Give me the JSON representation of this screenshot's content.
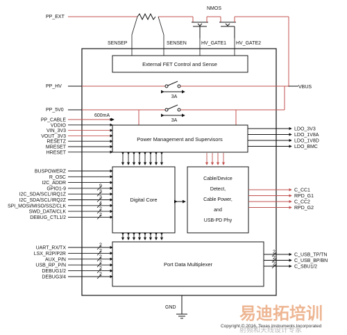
{
  "colors": {
    "wire": "#c0504d",
    "line": "#111111",
    "box_fill": "#ffffff"
  },
  "labels": {
    "pp_ext": "PP_EXT",
    "nmos": "NMOS",
    "sensep": "SENSEP",
    "sensen": "SENSEN",
    "hv_gate1": "HV_GATE1",
    "hv_gate2": "HV_GATE2",
    "pp_hv": "PP_HV",
    "vbus": "VBUS",
    "pp_5v0": "PP_5V0",
    "current_3a_1": "3A",
    "current_3a_2": "3A",
    "current_600ma": "600mA",
    "gnd": "GND"
  },
  "blocks": {
    "fet_control": "External FET Control and Sense",
    "power_mgmt": "Power Management and Supervisors",
    "digital_core": "Digital Core",
    "cable_line1": "Cable/Device",
    "cable_line2": "Detect,",
    "cable_line3": "Cable Power,",
    "cable_line4": "and",
    "cable_line5": "USB-PD Phy",
    "port_mux": "Port Data Multiplexer"
  },
  "left_power_pins": [
    "PP_CABLE",
    "VDDIO",
    "VIN_3V3",
    "VOUT_3V3",
    "RESETZ",
    "MRESET",
    "HRESET"
  ],
  "right_power_pins": [
    "LDO_3V3",
    "LDO_1V8A",
    "LDO_1V8D",
    "LDO_BMC"
  ],
  "left_digital_pins": [
    "BUSPOWERZ",
    "R_OSC",
    "I2C_ADDR",
    "GPIO1-9",
    "I2C_SDA/SCL/IRQ1Z",
    "I2C_SDA/SCL/IRQ2Z",
    "SPI_MOSI/MISO/SSZ/CLK",
    "SWD_DATA/CLK",
    "DEBUG_CTL1/2"
  ],
  "bus_widths_digital": [
    "9",
    "3",
    "3",
    "4",
    "2",
    "2"
  ],
  "right_cc_pins": [
    "C_CC1",
    "RPD_G1",
    "C_CC2",
    "RPD_G2"
  ],
  "left_mux_pins": [
    "UART_RX/TX",
    "LSX_R2P/P2R",
    "AUX_P/N",
    "USB_RP_P/N",
    "DEBUG1/2",
    "DEBUG3/4"
  ],
  "bus_widths_mux_left": [
    "2",
    "2",
    "2",
    "2",
    "2",
    "2"
  ],
  "right_mux_pins": [
    "C_USB_TP/TN",
    "C_USB_BP/BN",
    "C_SBU1/2"
  ],
  "bus_widths_mux_right": [
    "2",
    "2",
    "2"
  ],
  "watermark": {
    "copyright": "Copyright © 2016, Texas Instruments Incorporated",
    "brand": "易迪拓培训",
    "brand_sub": "射频和天线设计专家"
  }
}
